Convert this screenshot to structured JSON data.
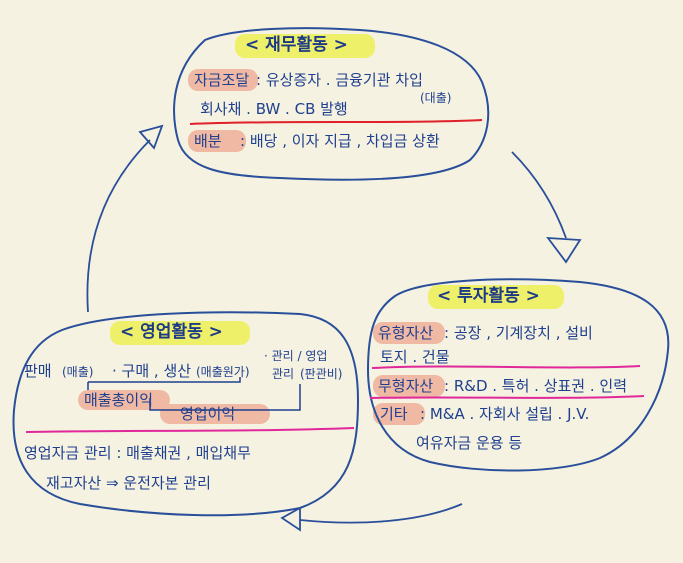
{
  "colors": {
    "ink": "#1f3f8f",
    "paper": "#f5f2e1",
    "title_highlight": "#eef06a",
    "term_highlight": "#efb9a4",
    "divider_red": "#e0202a",
    "divider_magenta": "#e0289a",
    "cycle_arrow": "#2a4f9a"
  },
  "finance": {
    "title": "< 재무활동 >",
    "funding_label": "자금조달",
    "funding_line1": ": 유상증자 . 금융기관 차입",
    "loan_note": "(대출)",
    "funding_line2": "회사채 . BW . CB 발행",
    "distribution_label": "배분",
    "distribution_text": ": 배당 , 이자 지급 , 차입금 상환"
  },
  "investment": {
    "title": "< 투자활동 >",
    "tangible_label": "유형자산",
    "tangible_line1": ": 공장 , 기계장치 , 설비",
    "tangible_line2": "토지 . 건물",
    "intangible_label": "무형자산",
    "intangible_text": ": R&D . 특허 . 상표권 . 인력",
    "other_label": "기타",
    "other_line1": ": M&A . 자회사 설립 . J.V.",
    "other_line2": "여유자금 운용 등"
  },
  "operating": {
    "title": "< 영업활동 >",
    "sales": "판매",
    "sales_note": "(매출)",
    "purchase_production": "· 구매 , 생산",
    "cogs_note": "(매출원가)",
    "mgmt_line1": "· 관리 / 영업",
    "mgmt_line2": "관리",
    "sga_note": "(판관비)",
    "gross_profit": "매출총이익",
    "operating_profit": "영업이익",
    "wc_line1": "영업자금 관리 : 매출채권 , 매입채무",
    "wc_line2": "재고자산 ⇒ 운전자본 관리"
  }
}
